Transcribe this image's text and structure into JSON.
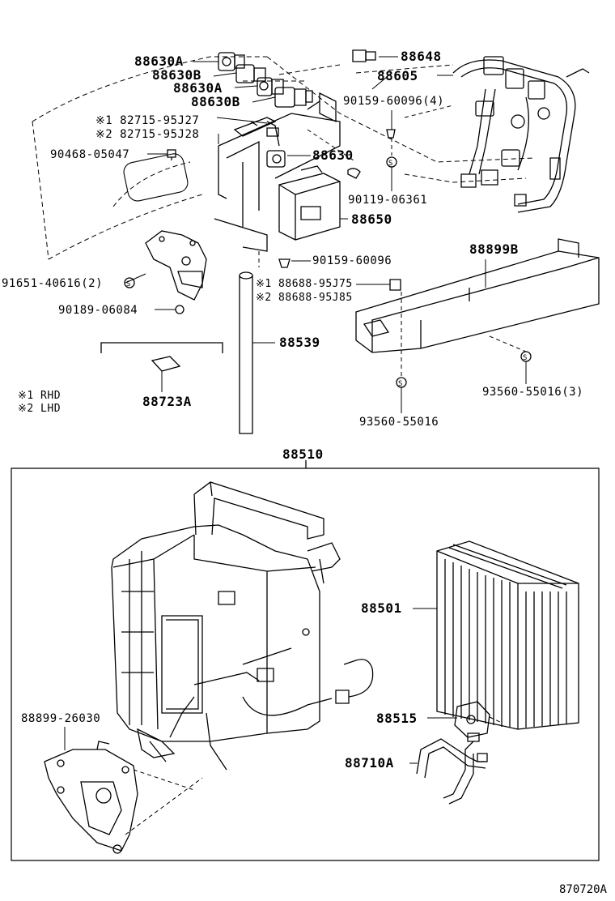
{
  "labels": {
    "p88630A_1": "88630A",
    "p88630B_1": "88630B",
    "p88630A_2": "88630A",
    "p88630B_2": "88630B",
    "p82715_95J27": "※1 82715-95J27",
    "p82715_95J28": "※2 82715-95J28",
    "p90468_05047": "90468-05047",
    "p88630": "88630",
    "p88648": "88648",
    "p88605": "88605",
    "p90159_60096_4": "90159-60096(4)",
    "p90119_06361": "90119-06361",
    "p88650": "88650",
    "p91651_40616": "91651-40616(2)",
    "p90159_60096": "90159-60096",
    "p88688_95J75": "※1 88688-95J75",
    "p88688_95J85": "※2 88688-95J85",
    "p90189_06084": "90189-06084",
    "p88539": "88539",
    "p88899B": "88899B",
    "p88723A": "88723A",
    "note_rhd": "※1 RHD",
    "note_lhd": "※2 LHD",
    "p93560_55016_3": "93560-55016(3)",
    "p93560_55016": "93560-55016",
    "p88510": "88510",
    "p88501": "88501",
    "p88899_26030": "88899-26030",
    "p88515": "88515",
    "p88710A": "88710A"
  },
  "figure_code": "870720A"
}
